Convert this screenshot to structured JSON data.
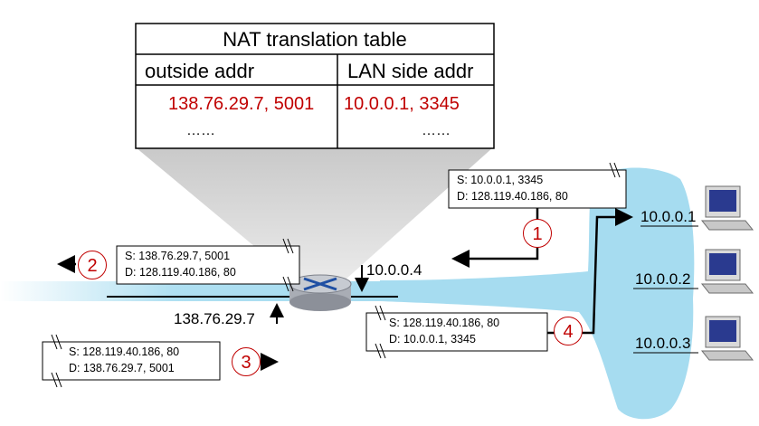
{
  "nat_table": {
    "title": "NAT translation table",
    "headers": [
      "outside addr",
      "LAN side addr"
    ],
    "row": [
      "138.76.29.7, 5001",
      "10.0.0.1, 3345"
    ],
    "ellipsis": [
      "……",
      "……"
    ]
  },
  "packets": {
    "p1": {
      "src": "S: 10.0.0.1, 3345",
      "dst": "D: 128.119.40.186, 80"
    },
    "p2": {
      "src": "S: 138.76.29.7, 5001",
      "dst": "D: 128.119.40.186, 80"
    },
    "p3": {
      "src": "S: 128.119.40.186, 80",
      "dst": "D: 138.76.29.7, 5001"
    },
    "p4": {
      "src": "S: 128.119.40.186, 80",
      "dst": "D: 10.0.0.1, 3345"
    }
  },
  "steps": [
    "1",
    "2",
    "3",
    "4"
  ],
  "addresses": {
    "router_lan": "10.0.0.4",
    "router_wan": "138.76.29.7",
    "host1": "10.0.0.1",
    "host2": "10.0.0.2",
    "host3": "10.0.0.3"
  },
  "colors": {
    "accent": "#c00000",
    "lan": "#a6dcf0",
    "router": "#b8bcc4",
    "router_x": "#1f4fa3"
  },
  "icons": [
    "router-icon",
    "computer-icon"
  ]
}
